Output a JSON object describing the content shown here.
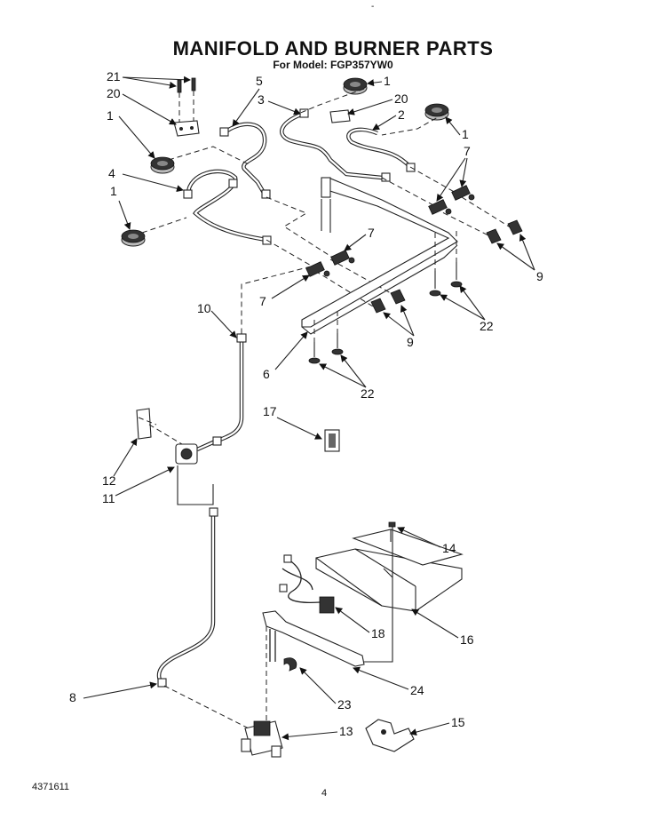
{
  "header": {
    "title": "MANIFOLD AND BURNER PARTS",
    "model": "For Model: FGP357YW0",
    "top_mark": "-"
  },
  "footer": {
    "doc_number": "4371611",
    "page_number": "4"
  },
  "callouts": {
    "c21": "21",
    "c20a": "20",
    "c1a": "1",
    "c5": "5",
    "c3": "3",
    "c1b": "1",
    "c20b": "20",
    "c2": "2",
    "c1c": "1",
    "c7a": "7",
    "c4": "4",
    "c1d": "1",
    "c7b": "7",
    "c7c": "7",
    "c9a": "9",
    "c9b": "9",
    "c22a": "22",
    "c10": "10",
    "c6": "6",
    "c22b": "22",
    "c17": "17",
    "c12": "12",
    "c11": "11",
    "c14": "14",
    "c16": "16",
    "c18": "18",
    "c8": "8",
    "c23": "23",
    "c24": "24",
    "c13": "13",
    "c15": "15"
  }
}
